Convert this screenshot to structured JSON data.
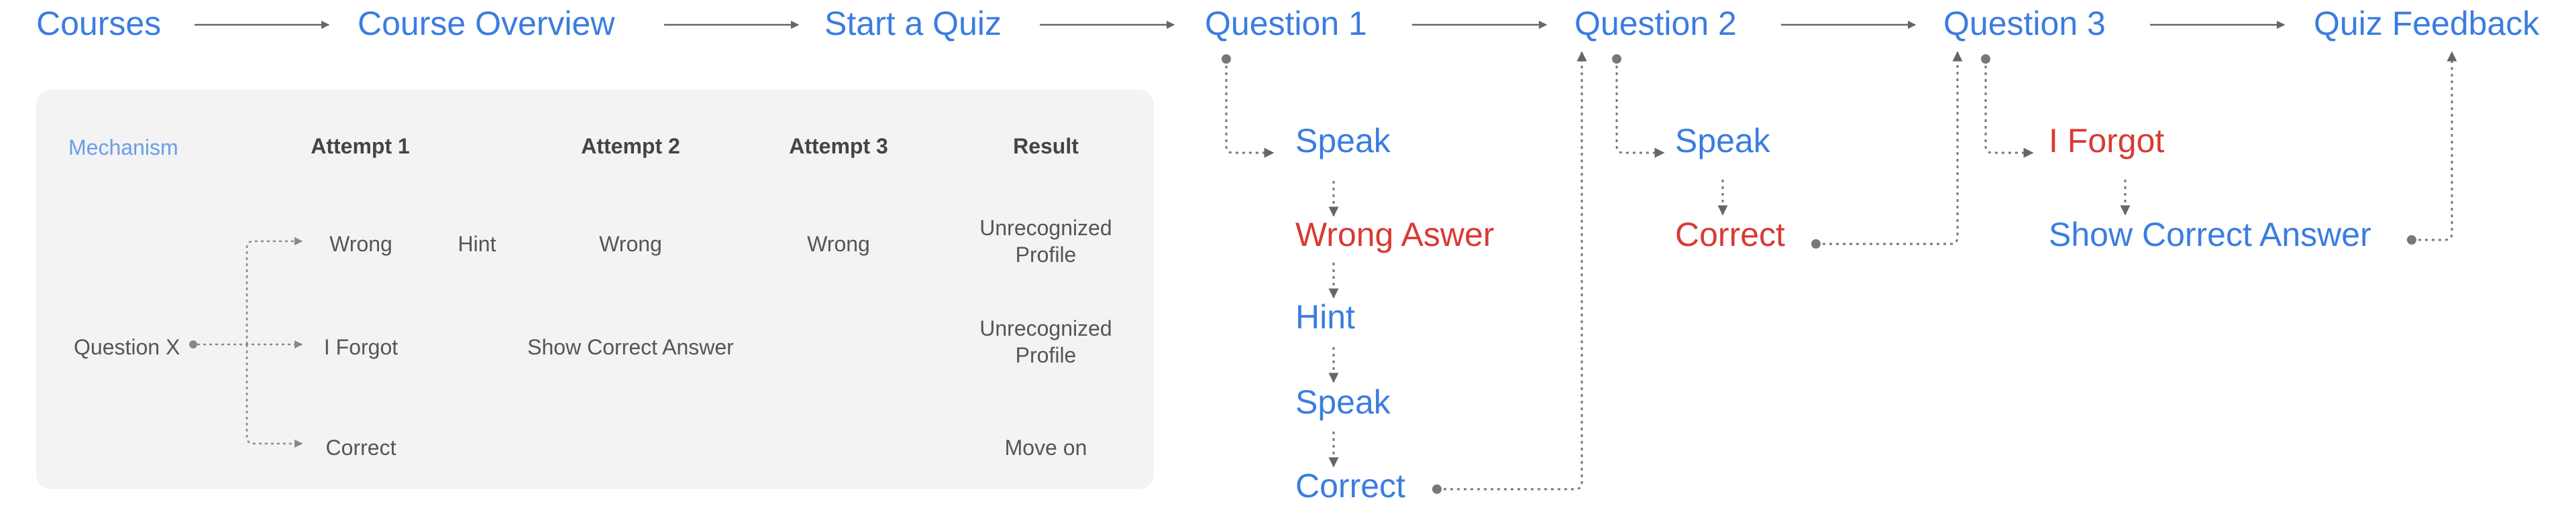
{
  "colors": {
    "blue": "#3a7de0",
    "red": "#d83a33",
    "panel": "#f3f3f3",
    "connector": "#777777"
  },
  "flow": {
    "courses": "Courses",
    "course_overview": "Course Overview",
    "start_quiz": "Start a Quiz",
    "question_1": "Question 1",
    "question_2": "Question 2",
    "question_3": "Question 3",
    "quiz_feedback": "Quiz Feedback"
  },
  "q1": {
    "speak": "Speak",
    "wrong_answer": "Wrong Aswer",
    "hint": "Hint",
    "speak2": "Speak",
    "correct": "Correct"
  },
  "q2": {
    "speak": "Speak",
    "correct": "Correct"
  },
  "q3": {
    "forgot": "I Forgot",
    "show_correct": "Show Correct Answer"
  },
  "legend": {
    "headers": {
      "mechanism": "Mechanism",
      "attempt1": "Attempt 1",
      "attempt2": "Attempt 2",
      "attempt3": "Attempt 3",
      "result": "Result"
    },
    "question_x": "Question X",
    "rows": [
      {
        "attempt1": "Wrong",
        "hint": "Hint",
        "attempt2": "Wrong",
        "attempt3": "Wrong",
        "result_line1": "Unrecognized",
        "result_line2": "Profile"
      },
      {
        "attempt1": "I Forgot",
        "attempt2": "Show Correct Answer",
        "result_line1": "Unrecognized",
        "result_line2": "Profile"
      },
      {
        "attempt1": "Correct",
        "result": "Move on"
      }
    ]
  }
}
